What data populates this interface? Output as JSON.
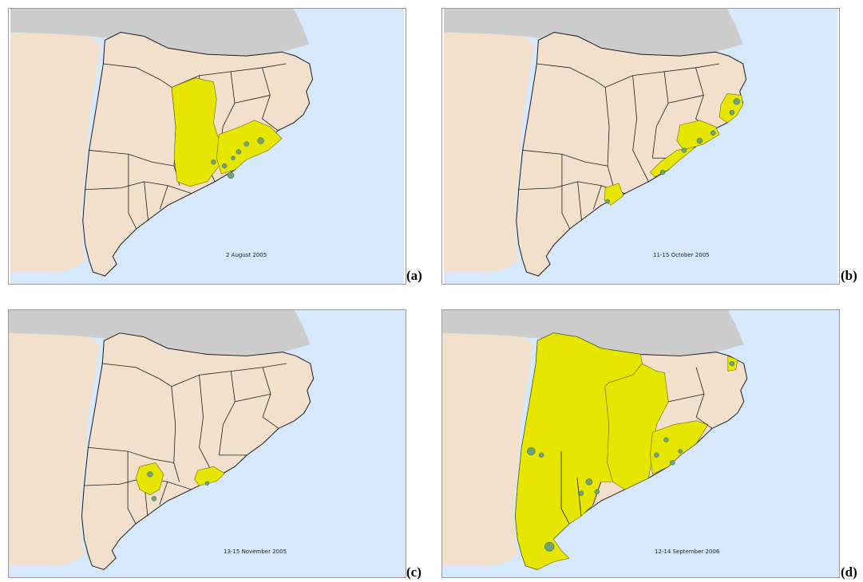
{
  "colors": {
    "land": "#f2e0cc",
    "sea": "#d6e8fb",
    "foreign": "#cccccc",
    "affected_region": "#e6e600",
    "affected_area": "#6fa37a",
    "border": "#1a1a1a"
  },
  "panels": [
    {
      "label": "(a)",
      "date": "2 August 2005"
    },
    {
      "label": "(b)",
      "date": "11-15 October 2005"
    },
    {
      "label": "(c)",
      "date": "13-15 November 2005"
    },
    {
      "label": "(d)",
      "date": "12-14 September 2006"
    }
  ]
}
